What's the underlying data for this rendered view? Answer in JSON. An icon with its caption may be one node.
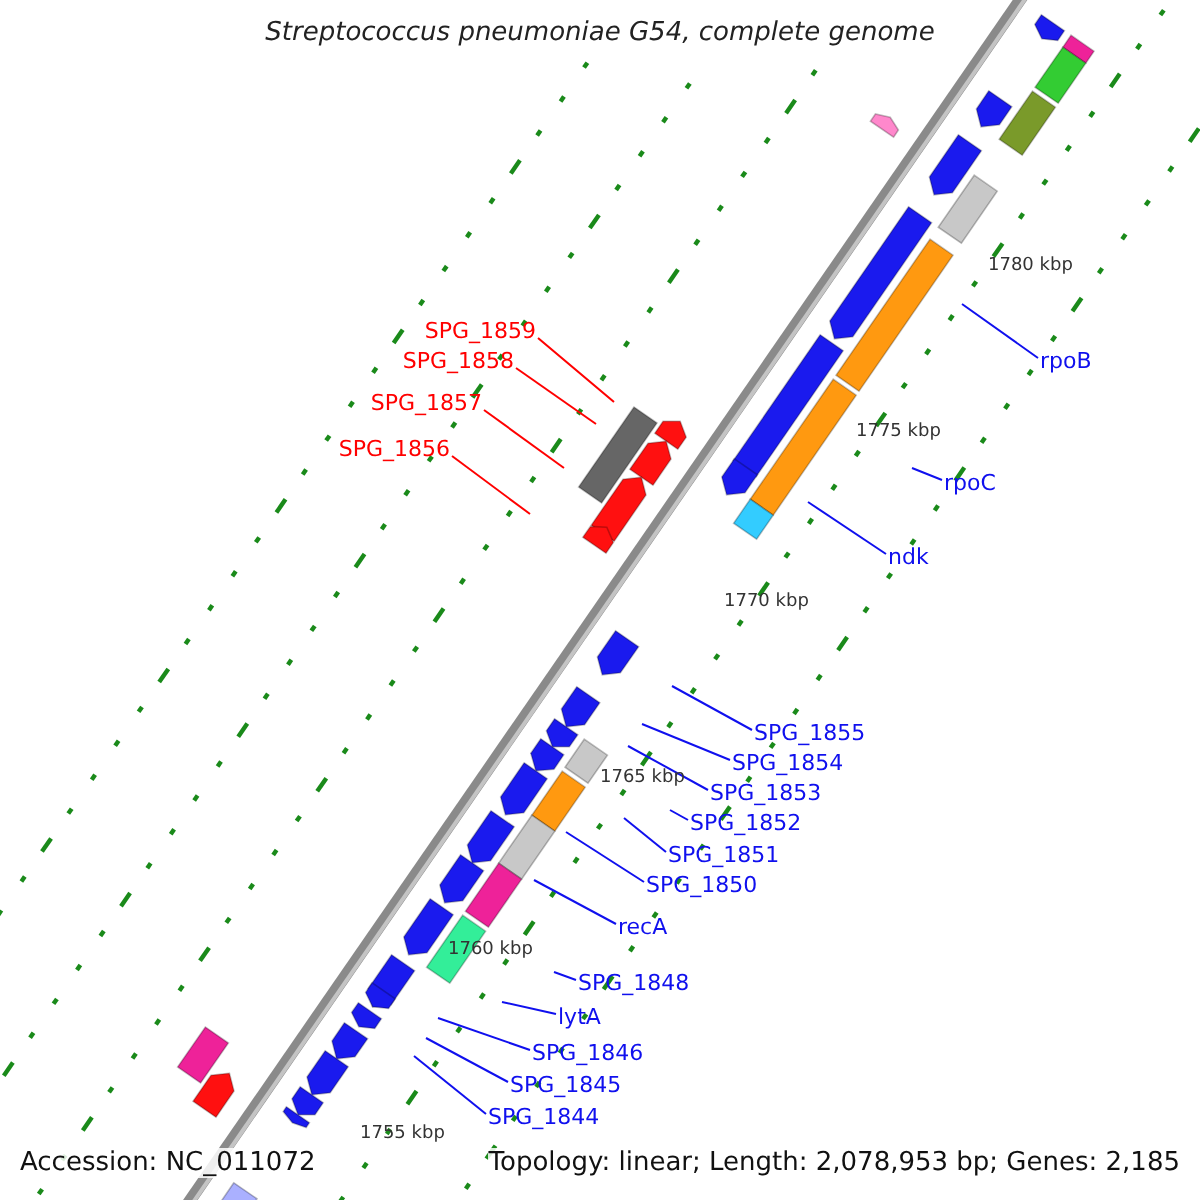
{
  "diagram": {
    "title": "Streptococcus pneumoniae G54, complete genome",
    "nodes": [
      {
        "text": [
          "SPG_1859"
        ]
      },
      {
        "text": [
          "SPG_1858"
        ]
      },
      {
        "text": [
          "SPG_1857"
        ]
      },
      {
        "text": [
          "SPG_1856"
        ]
      },
      {
        "text": [
          "rpoB"
        ]
      },
      {
        "text": [
          "rpoC"
        ]
      },
      {
        "text": [
          "ndk"
        ]
      },
      {
        "text": [
          "SPG_1855"
        ]
      },
      {
        "text": [
          "SPG_1854"
        ]
      },
      {
        "text": [
          "SPG_1853"
        ]
      },
      {
        "text": [
          "SPG_1852"
        ]
      },
      {
        "text": [
          "SPG_1851"
        ]
      },
      {
        "text": [
          "SPG_1850"
        ]
      },
      {
        "text": [
          "recA"
        ]
      },
      {
        "text": [
          "SPG_1848"
        ]
      },
      {
        "text": [
          "lytA"
        ]
      },
      {
        "text": [
          "SPG_1846"
        ]
      },
      {
        "text": [
          "SPG_1845"
        ]
      },
      {
        "text": [
          "SPG_1844"
        ]
      }
    ],
    "edges": [
      {
        "from": 0,
        "to": null,
        "arrow": "none",
        "color": "#ff0000"
      },
      {
        "from": 1,
        "to": null,
        "arrow": "none",
        "color": "#ff0000"
      },
      {
        "from": 2,
        "to": null,
        "arrow": "none",
        "color": "#ff0000"
      },
      {
        "from": 3,
        "to": null,
        "arrow": "none",
        "color": "#ff0000"
      },
      {
        "from": 4,
        "to": null,
        "arrow": "none"
      },
      {
        "from": 5,
        "to": null,
        "arrow": "none"
      },
      {
        "from": 6,
        "to": null,
        "arrow": "none"
      },
      {
        "from": 7,
        "to": null,
        "arrow": "none"
      },
      {
        "from": 8,
        "to": null,
        "arrow": "none"
      },
      {
        "from": 9,
        "to": null,
        "arrow": "none"
      },
      {
        "from": 10,
        "to": null,
        "arrow": "none"
      },
      {
        "from": 11,
        "to": null,
        "arrow": "none"
      },
      {
        "from": 12,
        "to": null,
        "arrow": "none"
      },
      {
        "from": 13,
        "to": null,
        "arrow": "none"
      },
      {
        "from": 14,
        "to": null,
        "arrow": "none"
      },
      {
        "from": 15,
        "to": null,
        "arrow": "none"
      },
      {
        "from": 16,
        "to": null,
        "arrow": "none"
      },
      {
        "from": 17,
        "to": null,
        "arrow": "none"
      },
      {
        "from": 18,
        "to": null,
        "arrow": "none"
      }
    ],
    "labels": [
      "1780 kbp",
      "1775 kbp",
      "1770 kbp",
      "1765 kbp",
      "1760 kbp",
      "1755 kbp",
      "Accession: NC_011072",
      "Topology: linear; Length: 2,078,953 bp; Genes: 2,185"
    ]
  }
}
